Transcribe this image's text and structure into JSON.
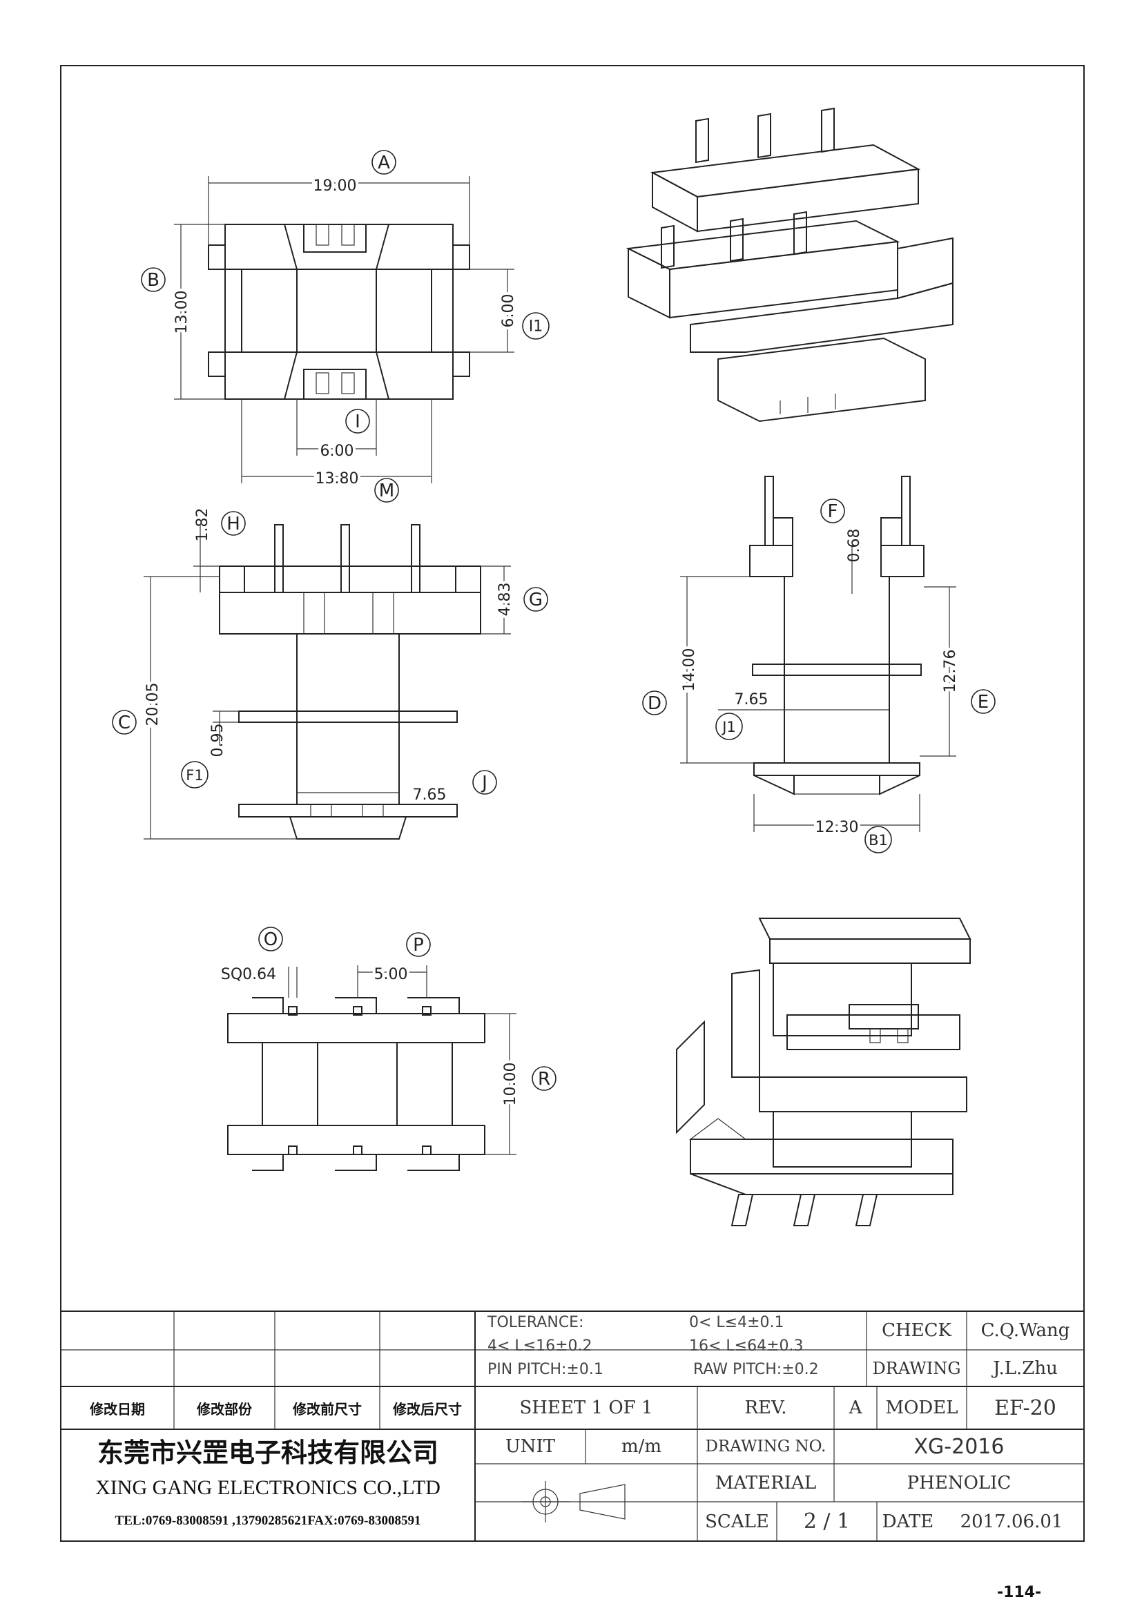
{
  "dimensions": {
    "top_width": "19.00",
    "top_height": "13.00",
    "top_window": "6.00",
    "top_inner": "6.00",
    "top_base": "13.80",
    "front_pin_height": "1.82",
    "front_flange": "4.83",
    "front_total": "20.05",
    "front_mid_flange": "0.95",
    "front_core": "7.65",
    "side_gap": "0.68",
    "side_height": "14.00",
    "side_core": "7.65",
    "side_inner": "12.76",
    "side_base": "12.30",
    "bottom_pin_sq": "SQ0.64",
    "bottom_pitch": "5.00",
    "bottom_height": "10.00"
  },
  "callouts": [
    "A",
    "B",
    "I1",
    "I",
    "M",
    "H",
    "G",
    "C",
    "F1",
    "J",
    "F",
    "D",
    "J1",
    "E",
    "B1",
    "O",
    "P",
    "R"
  ],
  "title_block": {
    "revision_headers": [
      "修改日期",
      "修改部份",
      "修改前尺寸",
      "修改后尺寸"
    ],
    "tolerance_label": "TOLERANCE:",
    "tolerance_1": "0< L≤4±0.1",
    "tolerance_2": "4< L≤16±0.2",
    "tolerance_3": "16< L≤64±0.3",
    "pin_pitch": "PIN PITCH:±0.1",
    "raw_pitch": "RAW PITCH:±0.2",
    "check_label": "CHECK",
    "check_value": "C.Q.Wang",
    "drawing_label": "DRAWING",
    "drawing_value": "J.L.Zhu",
    "sheet": "SHEET 1 OF 1",
    "rev_label": "REV.",
    "rev_value": "A",
    "model_label": "MODEL",
    "model_value": "EF-20",
    "company_cn": "东莞市兴罡电子科技有限公司",
    "company_en": "XING GANG ELECTRONICS CO.,LTD",
    "contact": "TEL:0769-83008591 ,13790285621FAX:0769-83008591",
    "unit_label": "UNIT",
    "unit_value": "m/m",
    "drawing_no_label": "DRAWING NO.",
    "drawing_no_value": "XG-2016",
    "material_label": "MATERIAL",
    "material_value": "PHENOLIC",
    "scale_label": "SCALE",
    "scale_value": "2 / 1",
    "date_label": "DATE",
    "date_value": "2017.06.01"
  },
  "page_number": "-114-"
}
